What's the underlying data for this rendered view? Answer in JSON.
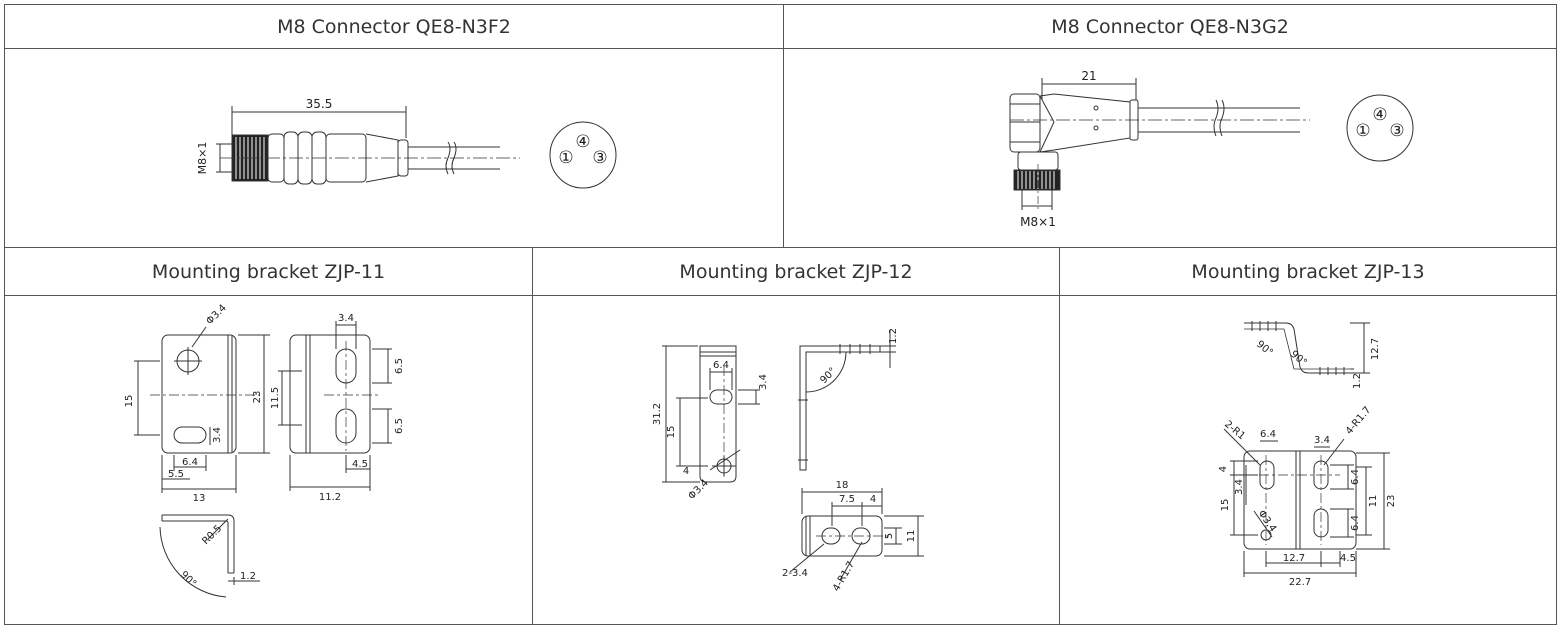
{
  "headers": {
    "n3f2": "M8 Connector QE8-N3F2",
    "n3g2": "M8 Connector QE8-N3G2",
    "zjp11": "Mounting bracket ZJP-11",
    "zjp12": "Mounting bracket ZJP-12",
    "zjp13": "Mounting bracket ZJP-13"
  },
  "n3f2": {
    "length": "35.5",
    "thread": "M8×1",
    "pins": [
      "①",
      "④",
      "③"
    ]
  },
  "n3g2": {
    "length": "21",
    "thread": "M8×1",
    "pins": [
      "①",
      "④",
      "③"
    ]
  },
  "zjp11": {
    "hole_dia": "Φ3.4",
    "dim_15": "15",
    "dim_23": "23",
    "slot_w": "3.4",
    "dim_6_4": "6.4",
    "dim_5_5": "5.5",
    "dim_13": "13",
    "side_3_4": "3.4",
    "side_6_5a": "6.5",
    "side_11_5": "11.5",
    "side_6_5b": "6.5",
    "side_4_5": "4.5",
    "side_11_2": "11.2",
    "bend_r": "R0.5",
    "bend_angle": "90°",
    "thick": "1.2"
  },
  "zjp12": {
    "dim_31_2": "31.2",
    "dim_6_4": "6.4",
    "dim_3_4": "3.4",
    "dim_15": "15",
    "dim_4": "4",
    "hole_dia": "Φ3.4",
    "thick": "1.2",
    "angle": "90°",
    "dim_18": "18",
    "dim_7_5": "7.5",
    "dim_4b": "4",
    "dim_5": "5",
    "dim_11": "11",
    "holes": "2-3.4",
    "radius": "4-R1.7"
  },
  "zjp13": {
    "angle_a": "90°",
    "angle_b": "90°",
    "dim_12_7": "12.7",
    "thick": "1.2",
    "r1": "2-R1",
    "dim_6_4": "6.4",
    "dim_3_4": "3.4",
    "r17": "4-R1.7",
    "dim_4": "4",
    "dim_6_4b": "6.4",
    "dim_15": "15",
    "dim_3_4b": "3.4",
    "dim_11": "11",
    "dim_23": "23",
    "hole_dia": "Φ3.4",
    "dim_6_4c": "6.4",
    "dim_12_7b": "12.7",
    "dim_4_5": "4.5",
    "dim_22_7": "22.7"
  }
}
